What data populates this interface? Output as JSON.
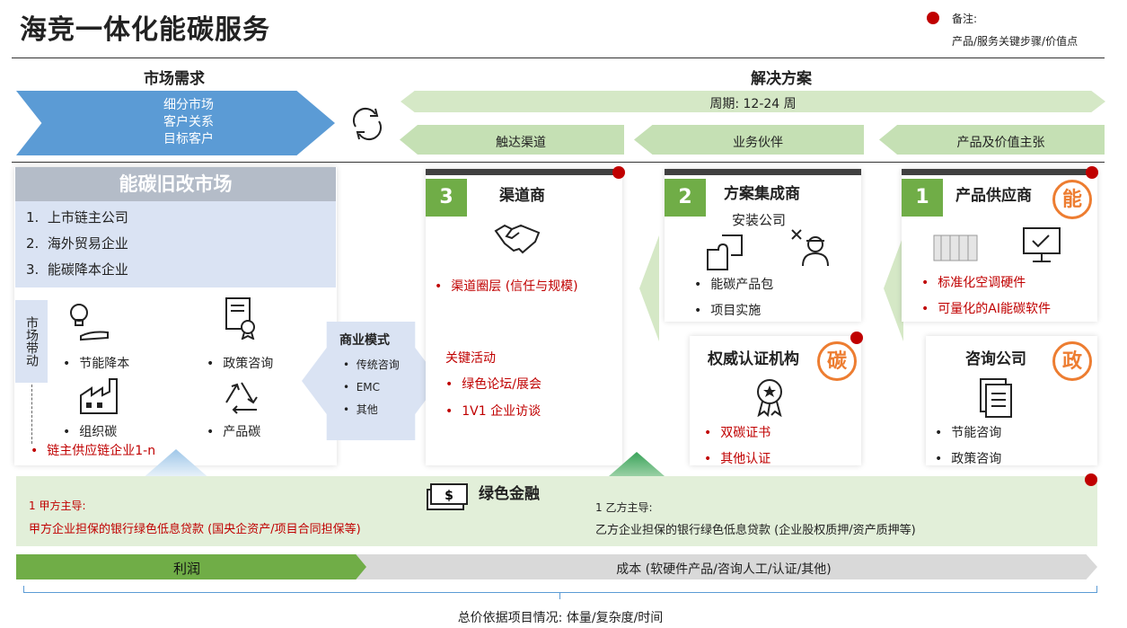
{
  "title": "海竞一体化能碳服务",
  "note": {
    "label": "备注:",
    "text": "产品/服务关键步骤/价值点"
  },
  "header": {
    "market_demand": "市场需求",
    "solution": "解决方案",
    "demand_items": [
      "细分市场",
      "客户关系",
      "目标客户"
    ],
    "cycle": "周期: 12-24 周",
    "chevrons": [
      "触达渠道",
      "业务伙伴",
      "产品及价值主张"
    ]
  },
  "left": {
    "header": "能碳旧改市场",
    "list": [
      "上市链主公司",
      "海外贸易企业",
      "能碳降本企业"
    ],
    "side_tab": "市场带动",
    "icons": [
      {
        "icon": "lightbulb-hand-icon",
        "label": "节能降本"
      },
      {
        "icon": "certificate-icon",
        "label": "政策咨询"
      },
      {
        "icon": "factory-icon",
        "label": "组织碳"
      },
      {
        "icon": "recycle-icon",
        "label": "产品碳"
      }
    ],
    "red_item": "链主供应链企业1-n"
  },
  "business_model": {
    "title": "商业模式",
    "items": [
      "传统咨询",
      "EMC",
      "其他"
    ]
  },
  "channel": {
    "num": "3",
    "title": "渠道商",
    "icon": "handshake-icon",
    "red_item": "渠道圈层 (信任与规模)",
    "activities_title": "关键活动",
    "activities": [
      "绿色论坛/展会",
      "1V1 企业访谈"
    ]
  },
  "integrator": {
    "num": "2",
    "title": "方案集成商",
    "subtitle": "安装公司",
    "items": [
      "能碳产品包",
      "项目实施"
    ]
  },
  "certification": {
    "title": "权威认证机构",
    "badge": "碳",
    "red_items": [
      "双碳证书",
      "其他认证"
    ]
  },
  "supplier": {
    "num": "1",
    "title": "产品供应商",
    "badge": "能",
    "red_items": [
      "标准化空调硬件",
      "可量化的AI能碳软件"
    ]
  },
  "consulting": {
    "title": "咨询公司",
    "badge": "政",
    "items": [
      "节能咨询",
      "政策咨询"
    ]
  },
  "finance": {
    "title": "绿色金融",
    "left_title": "甲方主导:",
    "left_num": "1",
    "left_text": "甲方企业担保的银行绿色低息贷款 (国央企资产/项目合同担保等)",
    "right_num": "1",
    "right_title": "乙方主导:",
    "right_text": "乙方企业担保的银行绿色低息贷款 (企业股权质押/资产质押等)"
  },
  "bottom": {
    "profit": "利润",
    "cost": "成本 (软硬件产品/咨询人工/认证/其他)",
    "total": "总价依据项目情况: 体量/复杂度/时间"
  },
  "colors": {
    "accent_red": "#c00000",
    "green": "#70ad47",
    "blue": "#5b9bd5",
    "orange": "#ed7d31"
  }
}
